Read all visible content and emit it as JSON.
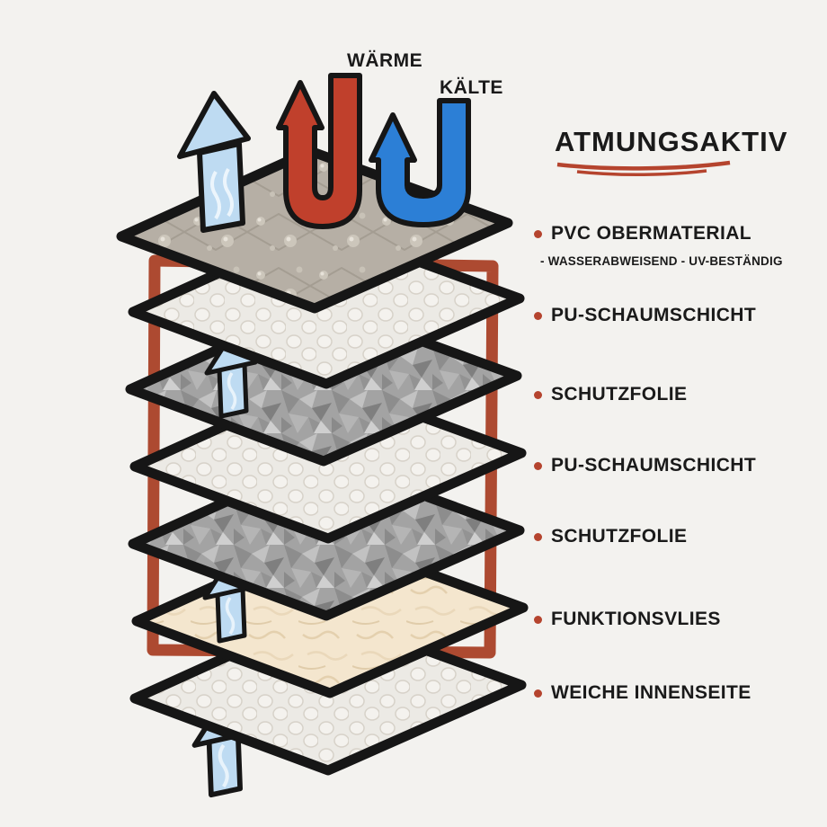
{
  "title": "ATMUNGSAKTIV",
  "arrows": {
    "heat_label": "WÄRME",
    "cold_label": "KÄLTE"
  },
  "layers": [
    {
      "label": "PVC OBERMATERIAL",
      "sublabel": "- WASSERABWEISEND  - UV-BESTÄNDIG",
      "material": "pvc"
    },
    {
      "label": "PU-SCHAUMSCHICHT",
      "material": "foam"
    },
    {
      "label": "SCHUTZFOLIE",
      "material": "foil"
    },
    {
      "label": "PU-SCHAUMSCHICHT",
      "material": "foam"
    },
    {
      "label": "SCHUTZFOLIE",
      "material": "foil"
    },
    {
      "label": "FUNKTIONSVLIES",
      "material": "fleece"
    },
    {
      "label": "WEICHE INNENSEITE",
      "material": "soft-inner"
    }
  ],
  "icons": {
    "heat_arrow": "heat-uturn-arrow-icon",
    "cold_arrow": "cold-uturn-arrow-icon",
    "breath_arrow": "breathability-arrow-icon",
    "vapor_arrow": "vapor-arrow-icon"
  },
  "colors": {
    "accent_red": "#b5442e",
    "heat_arrow": "#c0402c",
    "cold_arrow": "#2c7fd6",
    "breath_arrow": "#bedbf2",
    "outline": "#161616",
    "frame_red": "#ad4a31",
    "background": "#f3f2ef"
  }
}
